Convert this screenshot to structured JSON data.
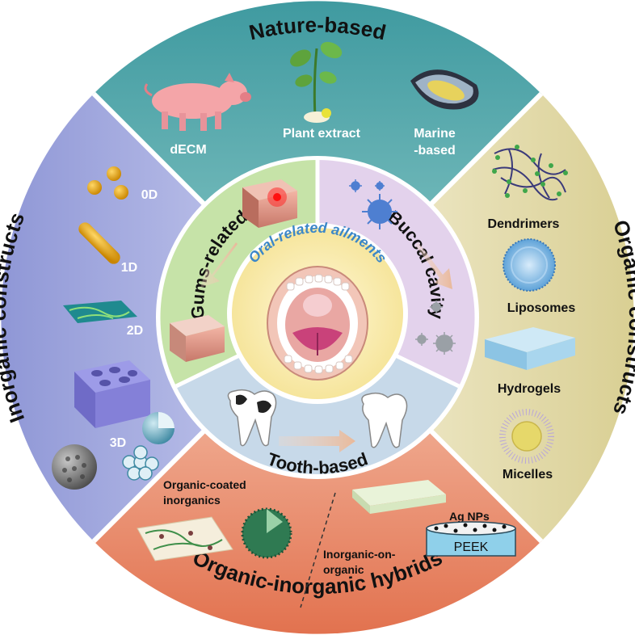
{
  "center": {
    "title": "Oral-related ailments"
  },
  "inner_ring": {
    "gums": "Gums-related",
    "buccal": "Buccal cavity",
    "tooth": "Tooth-based"
  },
  "outer_ring": {
    "nature": {
      "title": "Nature-based",
      "items": [
        "dECM",
        "Plant extract",
        "Marine",
        "-based"
      ]
    },
    "organic": {
      "title": "Organic constructs",
      "items": [
        "Dendrimers",
        "Liposomes",
        "Hydrogels",
        "Micelles"
      ]
    },
    "hybrids": {
      "title": "Organic-inorganic hybrids",
      "coated_line1": "Organic-coated",
      "coated_line2": "inorganics",
      "on_line1": "Inorganic-on-",
      "on_line2": "organic",
      "agnps": "Ag NPs",
      "peek": "PEEK"
    },
    "inorganic": {
      "title": "Inorganic constructs",
      "items": [
        "0D",
        "1D",
        "2D",
        "3D"
      ]
    }
  },
  "colors": {
    "nature": "#4f9ea3",
    "organic": "#e6dfb3",
    "hybrids": "#e88e6e",
    "inorganic": "#a7aee0",
    "gums": "#c6e3a8",
    "buccal": "#e3d2ec",
    "tooth": "#c7d9e9",
    "center": "#fbf0b8"
  }
}
